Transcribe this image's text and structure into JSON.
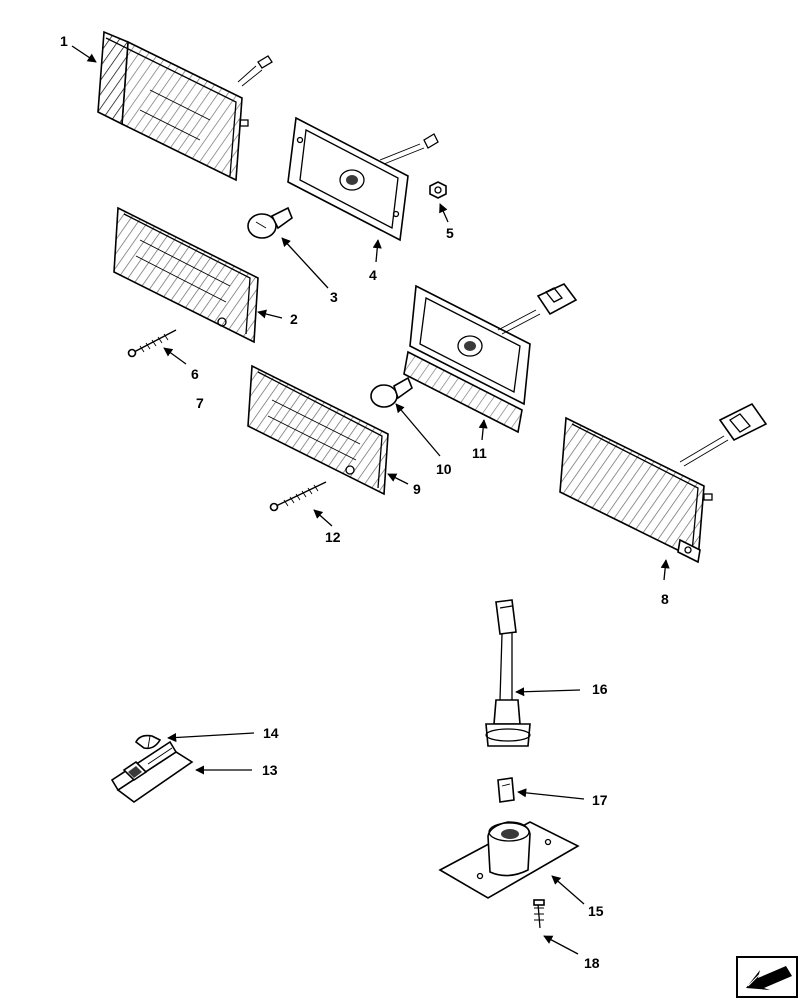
{
  "callouts": {
    "c1": "1",
    "c2": "2",
    "c3": "3",
    "c4": "4",
    "c5": "5",
    "c6": "6",
    "c7": "7",
    "c8": "8",
    "c9": "9",
    "c10": "10",
    "c11": "11",
    "c12": "12",
    "c13": "13",
    "c14": "14",
    "c15": "15",
    "c16": "16",
    "c17": "17",
    "c18": "18"
  },
  "icons": {
    "nav": "arrow-nav-icon"
  }
}
